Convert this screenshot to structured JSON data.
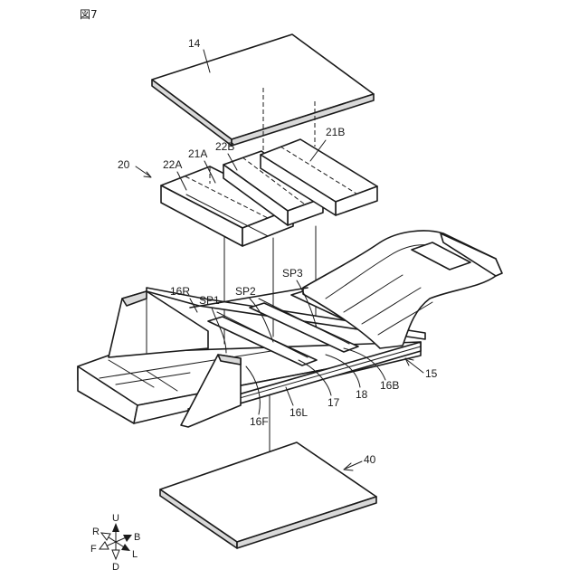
{
  "figure": {
    "title": "図7"
  },
  "labels": {
    "plate_top": "14",
    "assembly": "20",
    "unit_22A": "22A",
    "unit_21A": "21A",
    "unit_22B": "22B",
    "unit_21B": "21B",
    "frame_16R": "16R",
    "space_SP1": "SP1",
    "space_SP2": "SP2",
    "space_SP3": "SP3",
    "frame_15": "15",
    "frame_16B": "16B",
    "part_18": "18",
    "part_17": "17",
    "frame_16L": "16L",
    "frame_16F": "16F",
    "plate_bottom": "40"
  },
  "directions": {
    "up": "U",
    "down": "D",
    "rear": "R",
    "back": "B",
    "front": "F",
    "left": "L"
  }
}
